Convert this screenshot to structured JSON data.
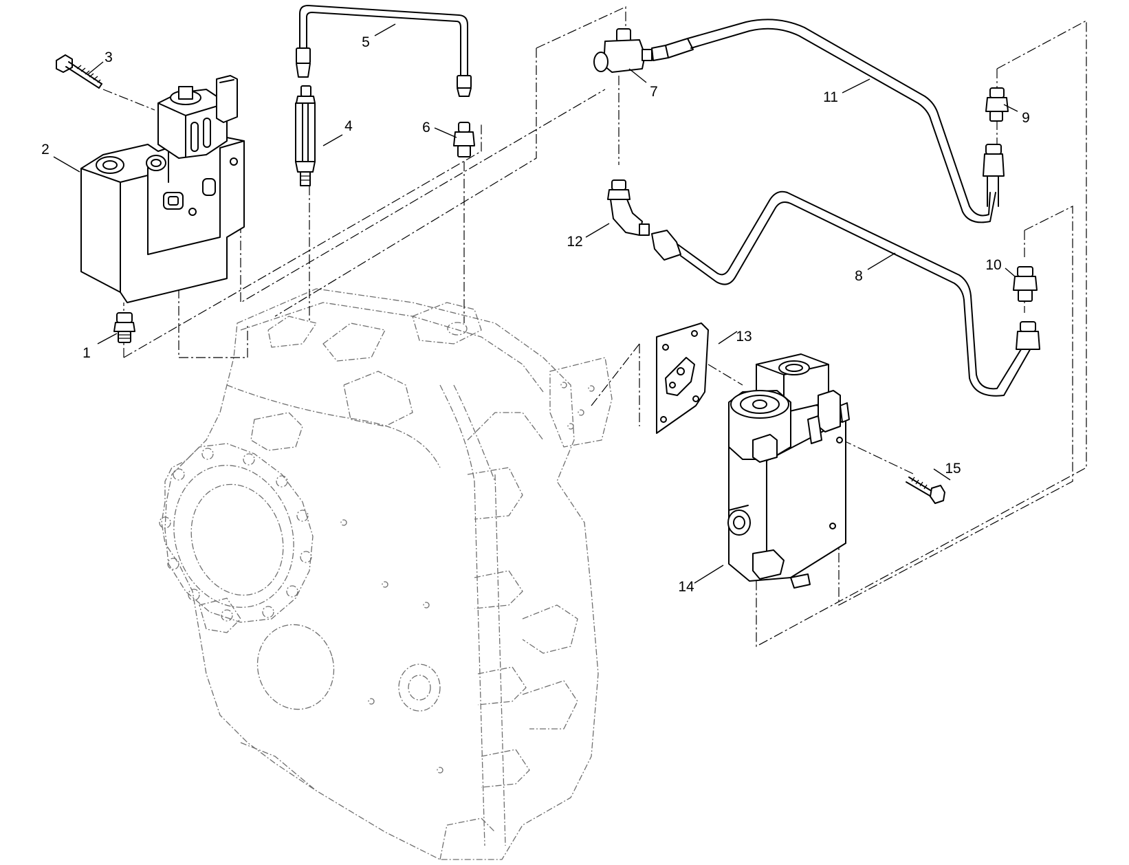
{
  "callouts": [
    {
      "id": "c1",
      "label": "1",
      "part": "fitting"
    },
    {
      "id": "c2",
      "label": "2",
      "part": "valve-block"
    },
    {
      "id": "c3",
      "label": "3",
      "part": "bolt"
    },
    {
      "id": "c4",
      "label": "4",
      "part": "adapter"
    },
    {
      "id": "c5",
      "label": "5",
      "part": "tube"
    },
    {
      "id": "c6",
      "label": "6",
      "part": "fitting"
    },
    {
      "id": "c7",
      "label": "7",
      "part": "tee-fitting"
    },
    {
      "id": "c8",
      "label": "8",
      "part": "tube"
    },
    {
      "id": "c9",
      "label": "9",
      "part": "fitting"
    },
    {
      "id": "c10",
      "label": "10",
      "part": "fitting"
    },
    {
      "id": "c11",
      "label": "11",
      "part": "tube"
    },
    {
      "id": "c12",
      "label": "12",
      "part": "elbow-fitting"
    },
    {
      "id": "c13",
      "label": "13",
      "part": "gasket"
    },
    {
      "id": "c14",
      "label": "14",
      "part": "valve-block"
    },
    {
      "id": "c15",
      "label": "15",
      "part": "bolt"
    }
  ],
  "colors": {
    "ink": "#000000",
    "ghost": "#6e6e6e",
    "background": "#ffffff"
  }
}
